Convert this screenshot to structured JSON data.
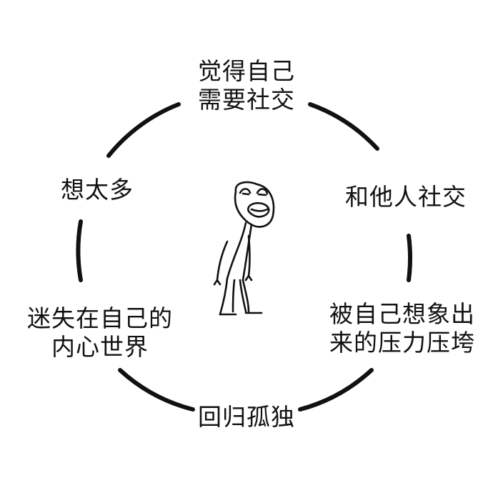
{
  "diagram": {
    "steps": [
      {
        "id": "need-social",
        "lines": [
          "觉得自己",
          "需要社交"
        ]
      },
      {
        "id": "socialize",
        "lines": [
          "和他人社交"
        ]
      },
      {
        "id": "crushed-by-pressure",
        "lines": [
          "被自己想象出",
          "来的压力压垮"
        ]
      },
      {
        "id": "return-to-solitude",
        "lines": [
          "回归孤独"
        ]
      },
      {
        "id": "lost-in-inner-world",
        "lines": [
          "迷失在自己的",
          "内心世界"
        ]
      },
      {
        "id": "overthinking",
        "lines": [
          "想太多"
        ]
      }
    ],
    "colors": {
      "stroke": "#111111",
      "text": "#111111",
      "background": "#ffffff"
    },
    "center_figure": "stick-figure-meme"
  }
}
